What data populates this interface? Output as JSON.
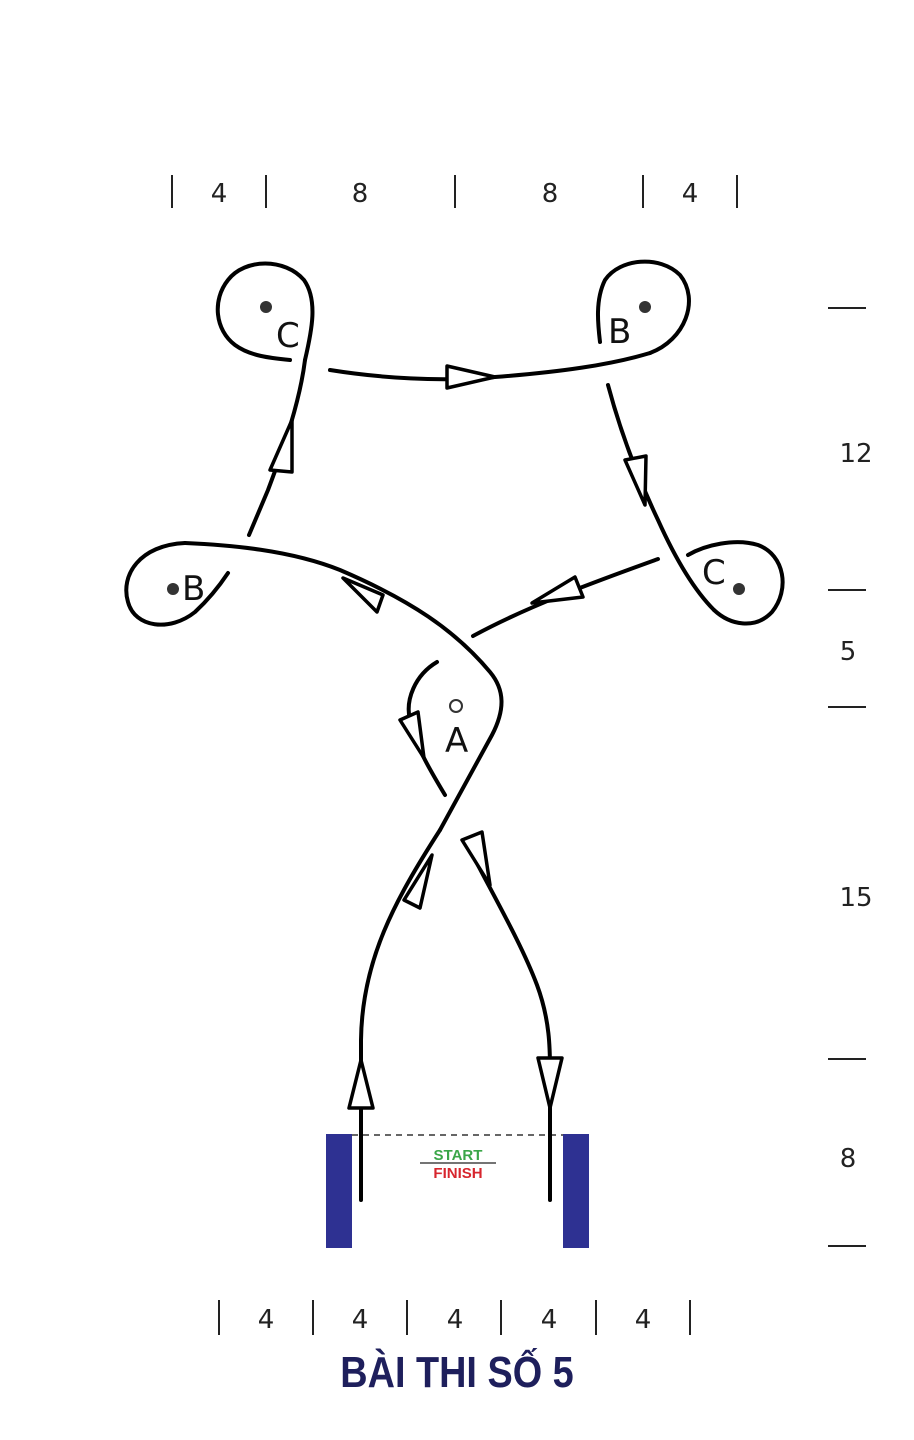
{
  "diagram": {
    "title": "BÀI THI SỐ 5",
    "top_dimensions": [
      "4",
      "8",
      "8",
      "4"
    ],
    "bottom_dimensions": [
      "4",
      "4",
      "4",
      "4",
      "4"
    ],
    "right_dimensions": [
      "12",
      "5",
      "15",
      "8"
    ],
    "markers": {
      "c_top_left": "C",
      "b_top_right": "B",
      "b_mid_left": "B",
      "c_mid_right": "C",
      "a_center": "A"
    },
    "start_label": "START",
    "finish_label": "FINISH",
    "colors": {
      "gate": "#2e3192",
      "start": "#3aa648",
      "finish": "#d7262e",
      "title": "#1e1f5c"
    }
  }
}
